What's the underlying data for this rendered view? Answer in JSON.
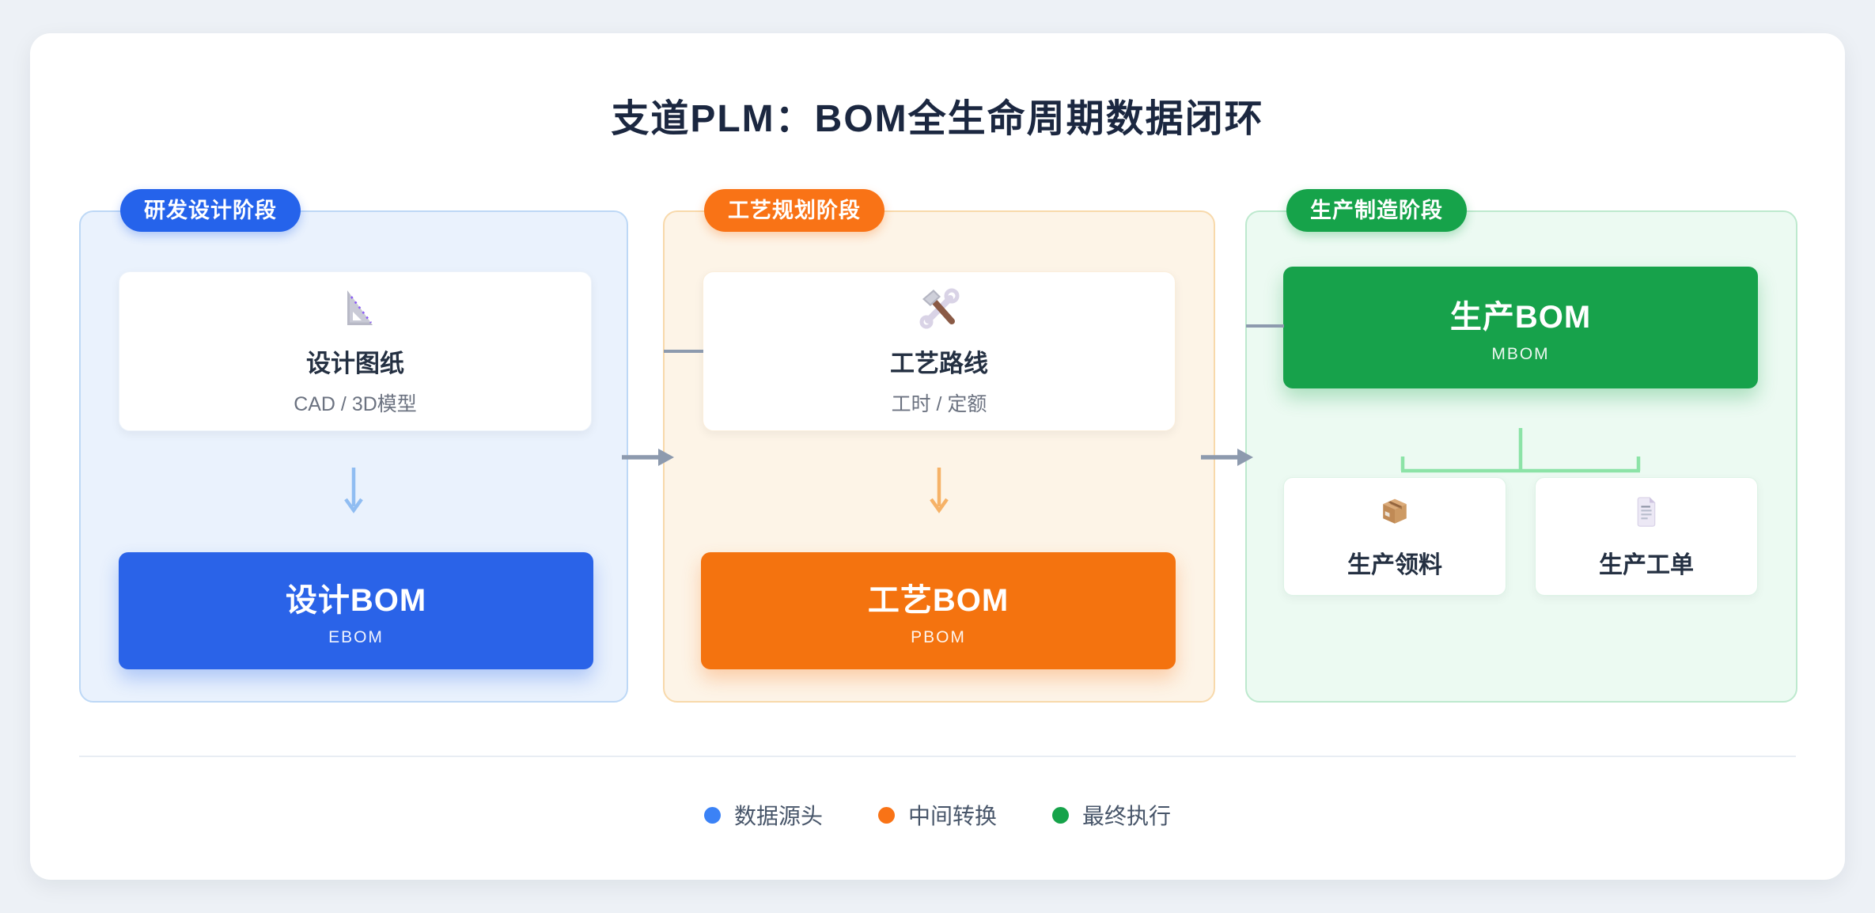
{
  "page": {
    "title": "支道PLM：BOM全生命周期数据闭环"
  },
  "colors": {
    "blue_accent": "#2563eb",
    "orange_accent": "#f97316",
    "green_accent": "#16a34a"
  },
  "stages": [
    {
      "badge": "研发设计阶段",
      "card": {
        "icon": "triangle-ruler",
        "title": "设计图纸",
        "subtitle": "CAD / 3D模型"
      },
      "flow_icon": "down-arrow",
      "bom": {
        "title": "设计BOM",
        "subtitle": "EBOM"
      }
    },
    {
      "badge": "工艺规划阶段",
      "card": {
        "icon": "hammer-wrench",
        "title": "工艺路线",
        "subtitle": "工时 / 定额"
      },
      "flow_icon": "down-arrow",
      "bom": {
        "title": "工艺BOM",
        "subtitle": "PBOM"
      }
    },
    {
      "badge": "生产制造阶段",
      "bom": {
        "title": "生产BOM",
        "subtitle": "MBOM"
      },
      "children": [
        {
          "icon": "package",
          "title": "生产领料"
        },
        {
          "icon": "document",
          "title": "生产工单"
        }
      ]
    }
  ],
  "legend": [
    {
      "dot_color": "#3b82f6",
      "label": "数据源头"
    },
    {
      "dot_color": "#f97316",
      "label": "中间转换"
    },
    {
      "dot_color": "#16a34a",
      "label": "最终执行"
    }
  ]
}
